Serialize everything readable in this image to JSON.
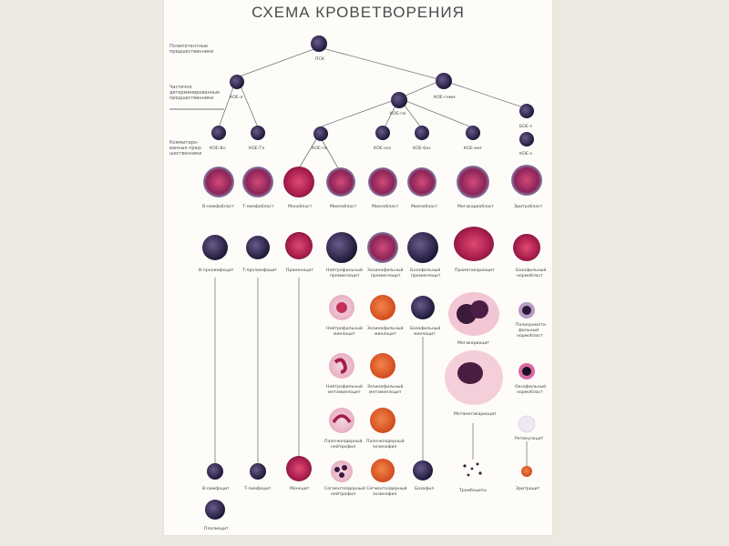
{
  "title": "СХЕМА КРОВЕТВОРЕНИЯ",
  "side_labels": [
    [
      "Полипотентные",
      "предшественники"
    ],
    [
      "Частично",
      "детерминированные",
      "предшественники"
    ],
    [
      "Коммитиро-",
      "ванные пред-",
      "шественники"
    ]
  ],
  "labels": {
    "psk": "ПСК",
    "koe_l": "КОЕ-л",
    "koe_gemm": "КОЕ-гемм",
    "koe_gm": "КОЕ-гм",
    "koe_bl": "КОЕ-Вл",
    "koe_tl": "КОЕ-Тл",
    "koe_gm2": "КОЕ-гм",
    "koe_eoz": "КОЕ-эоз",
    "koe_baz": "КОЕ-баз",
    "koe_meg": "КОЕ-мег",
    "koe_e1": "БОЕ-э",
    "koe_e2": "КОЕ-э",
    "b_lymphoblast": "В-лимфобласт",
    "t_lymphoblast": "Т-лимфобласт",
    "monoblast": "Монобласт",
    "myeloblast1": "Миелобласт",
    "myeloblast2": "Миелобласт",
    "myeloblast3": "Миелобласт",
    "megakaryoblast": "Мегакариобласт",
    "erythroblast": "Эритробласт",
    "b_prolymph": "В-пролимфоцит",
    "t_prolymph": "Т-пролимфоцит",
    "promonocyte": "Промоноцит",
    "neut_promyel": [
      "Нейтрофильный",
      "промиелоцит"
    ],
    "eos_promyel": [
      "Эозинофильный",
      "промиелоцит"
    ],
    "bas_promyel": [
      "Базофильный",
      "промиелоцит"
    ],
    "promegakaryocyte": "Промегакариоцит",
    "bas_normoblast": [
      "Базофильный",
      "нормобласт"
    ],
    "neut_myel": [
      "Нейтрофильный",
      "миелоцит"
    ],
    "eos_myel": [
      "Эозинофильный",
      "миелоцит"
    ],
    "bas_myel": [
      "Базофильный",
      "миелоцит"
    ],
    "megakaryocyte": "Мегакариоцит",
    "poly_normoblast": [
      "Полихромато-",
      "фильный",
      "нормобласт"
    ],
    "neut_metamyel": [
      "Нейтрофильный",
      "метамиелоцит"
    ],
    "eos_metamyel": [
      "Эозинофильный",
      "метамиелоцит"
    ],
    "oxy_normoblast": [
      "Оксифильный",
      "нормобласт"
    ],
    "metamegakaryocyte": "Метамегакариоцит",
    "neut_band": [
      "Палочкоядерный",
      "нейтрофил"
    ],
    "eos_band": [
      "Палочкоядерный",
      "эозинофил"
    ],
    "reticulocyte": "Ретикулоцит",
    "b_lymphocyte": "В-лимфоцит",
    "t_lymphocyte": "Т-лимфоцит",
    "monocyte": "Моноцит",
    "neut_seg": [
      "Сегментоядерный",
      "нейтрофил"
    ],
    "eos_seg": [
      "Сегментоядерный",
      "эозинофил"
    ],
    "basophil": "Базофил",
    "thrombocytes": "Тромбоциты",
    "erythrocyte": "Эритроцит",
    "plasmocyte": "Плазмоцит"
  }
}
